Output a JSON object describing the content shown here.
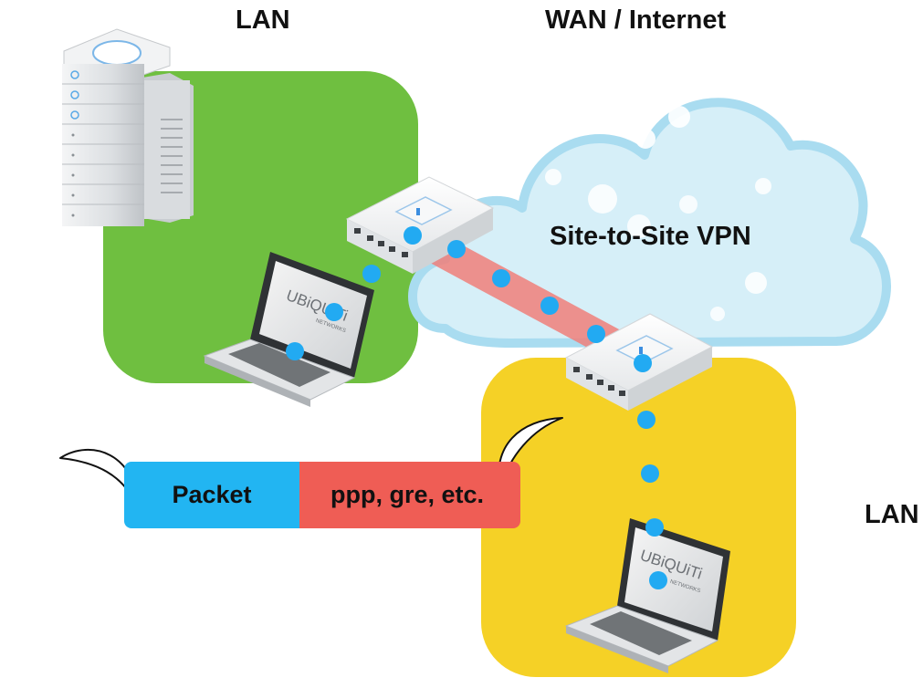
{
  "labels": {
    "lan_left": "LAN",
    "wan": "WAN / Internet",
    "vpn": "Site-to-Site VPN",
    "lan_right": "LAN"
  },
  "packet": {
    "payload_label": "Packet",
    "encapsulation_label": "ppp, gre, etc."
  },
  "devices": {
    "laptop_brand": "UBiQUiTi",
    "laptop_brand_sub": "NETWORKS"
  },
  "colors": {
    "lan_left_zone": "#6fbf40",
    "lan_right_zone": "#f5d126",
    "cloud": "#d6eff8",
    "tunnel": "#f07f7a",
    "packet_blue": "#22b5f2",
    "packet_red": "#ef5d55",
    "dot": "#22aaf2"
  }
}
